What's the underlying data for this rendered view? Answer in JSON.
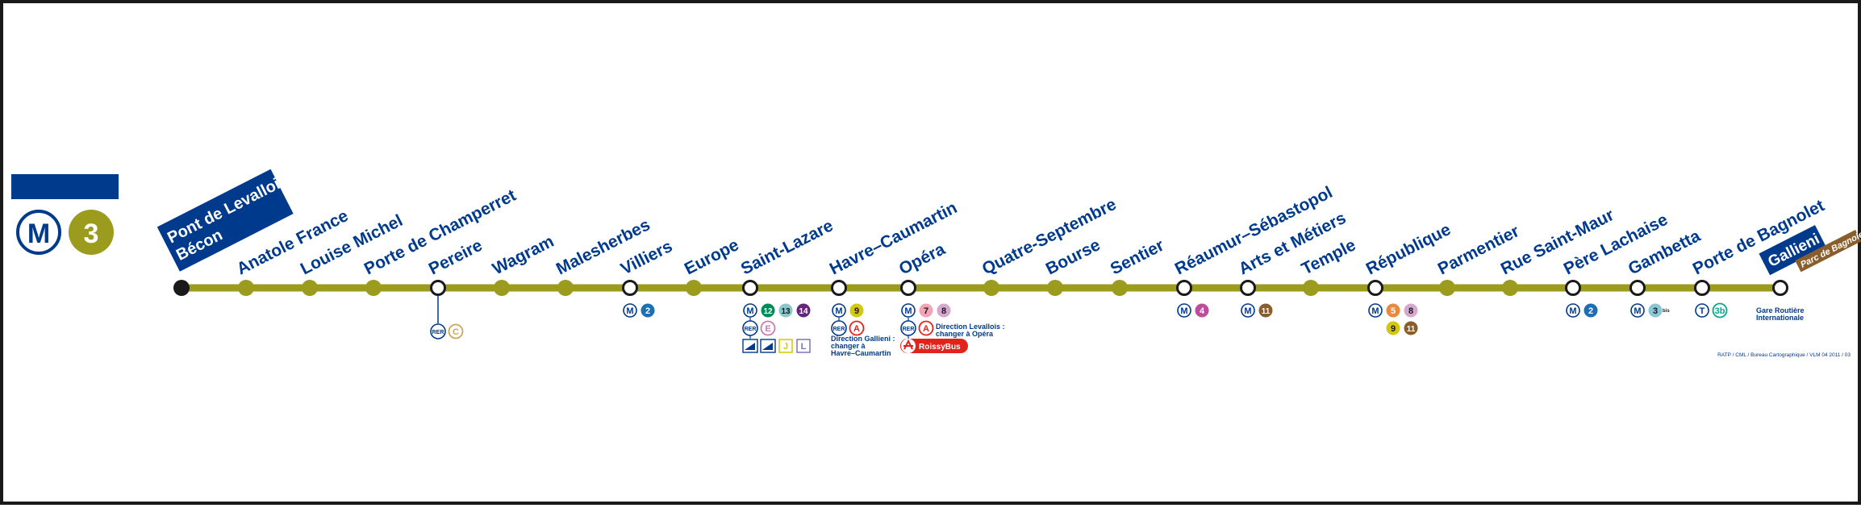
{
  "line": {
    "metro_symbol": "M",
    "number": "3",
    "color": "#9b9b1d",
    "brand_blue": "#003a8c"
  },
  "stations": [
    {
      "name": "Pont de Levallois",
      "name2": "Bécon",
      "terminus": true,
      "correspondances": []
    },
    {
      "name": "Anatole France",
      "correspondances": []
    },
    {
      "name": "Louise Michel",
      "correspondances": []
    },
    {
      "name": "Porte de Champerret",
      "correspondances": []
    },
    {
      "name": "Pereire",
      "correspondances": [
        [
          "RER",
          "C"
        ]
      ]
    },
    {
      "name": "Wagram",
      "correspondances": []
    },
    {
      "name": "Malesherbes",
      "correspondances": []
    },
    {
      "name": "Villiers",
      "correspondances": [
        [
          "M",
          "2"
        ]
      ]
    },
    {
      "name": "Europe",
      "correspondances": []
    },
    {
      "name": "Saint-Lazare",
      "correspondances": [
        [
          "M",
          "12",
          "13",
          "14"
        ],
        [
          "RER",
          "E"
        ],
        [
          "train-icon",
          "train-icon",
          "J",
          "L"
        ]
      ]
    },
    {
      "name": "Havre–Caumartin",
      "correspondances": [
        [
          "M",
          "9"
        ],
        [
          "RER",
          "A"
        ]
      ],
      "note": [
        "Direction Gallieni :",
        "changer à",
        "Havre–Caumartin"
      ]
    },
    {
      "name": "Opéra",
      "correspondances": [
        [
          "M",
          "7",
          "8"
        ],
        [
          "RER",
          "A"
        ],
        [
          "RoissyBus"
        ]
      ],
      "note": [
        "Direction Levallois :",
        "changer à Opéra"
      ]
    },
    {
      "name": "Quatre-Septembre",
      "correspondances": []
    },
    {
      "name": "Bourse",
      "correspondances": []
    },
    {
      "name": "Sentier",
      "correspondances": []
    },
    {
      "name": "Réaumur–Sébastopol",
      "correspondances": [
        [
          "M",
          "4"
        ]
      ]
    },
    {
      "name": "Arts et Métiers",
      "correspondances": [
        [
          "M",
          "11"
        ]
      ]
    },
    {
      "name": "Temple",
      "correspondances": []
    },
    {
      "name": "République",
      "correspondances": [
        [
          "M",
          "5",
          "8"
        ],
        [
          "9",
          "11"
        ]
      ]
    },
    {
      "name": "Parmentier",
      "correspondances": []
    },
    {
      "name": "Rue Saint-Maur",
      "correspondances": []
    },
    {
      "name": "Père Lachaise",
      "correspondances": [
        [
          "M",
          "2"
        ]
      ]
    },
    {
      "name": "Gambetta",
      "correspondances": [
        [
          "M",
          "3bis"
        ]
      ]
    },
    {
      "name": "Porte de Bagnolet",
      "correspondances": [
        [
          "T",
          "3b"
        ]
      ]
    },
    {
      "name": "Gallieni",
      "sub": "Parc de Bagnolet",
      "terminus": true,
      "correspondances": [],
      "note": [
        "Gare Routière",
        "Internationale"
      ]
    }
  ],
  "footer_credit": "RATP / CML / Bureau Cartographique / VLM 04 2011 / 03"
}
